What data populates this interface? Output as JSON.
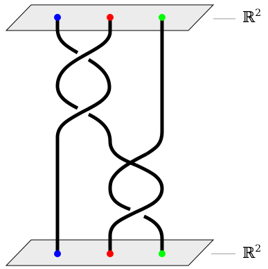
{
  "top_plane": {
    "label": "ℝ",
    "exponent": "2"
  },
  "bottom_plane": {
    "label": "ℝ",
    "exponent": "2"
  },
  "points": [
    {
      "name": "blue",
      "color": "#0000ff"
    },
    {
      "name": "red",
      "color": "#ff0000"
    },
    {
      "name": "green",
      "color": "#00ff00"
    }
  ],
  "strand_color": "#000000",
  "plane_fill": "#ececec"
}
